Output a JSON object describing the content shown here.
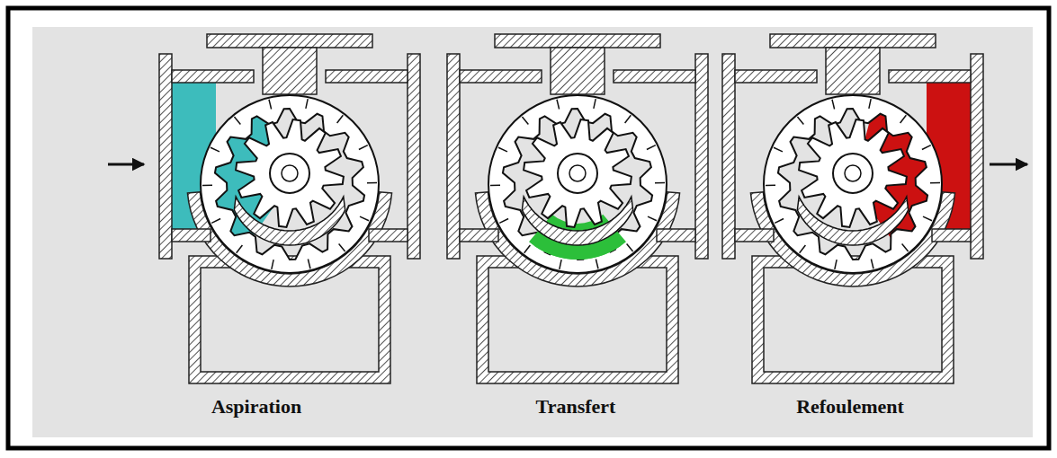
{
  "diagram": {
    "labels": [
      "Aspiration",
      "Transfert",
      "Refoulement"
    ]
  }
}
